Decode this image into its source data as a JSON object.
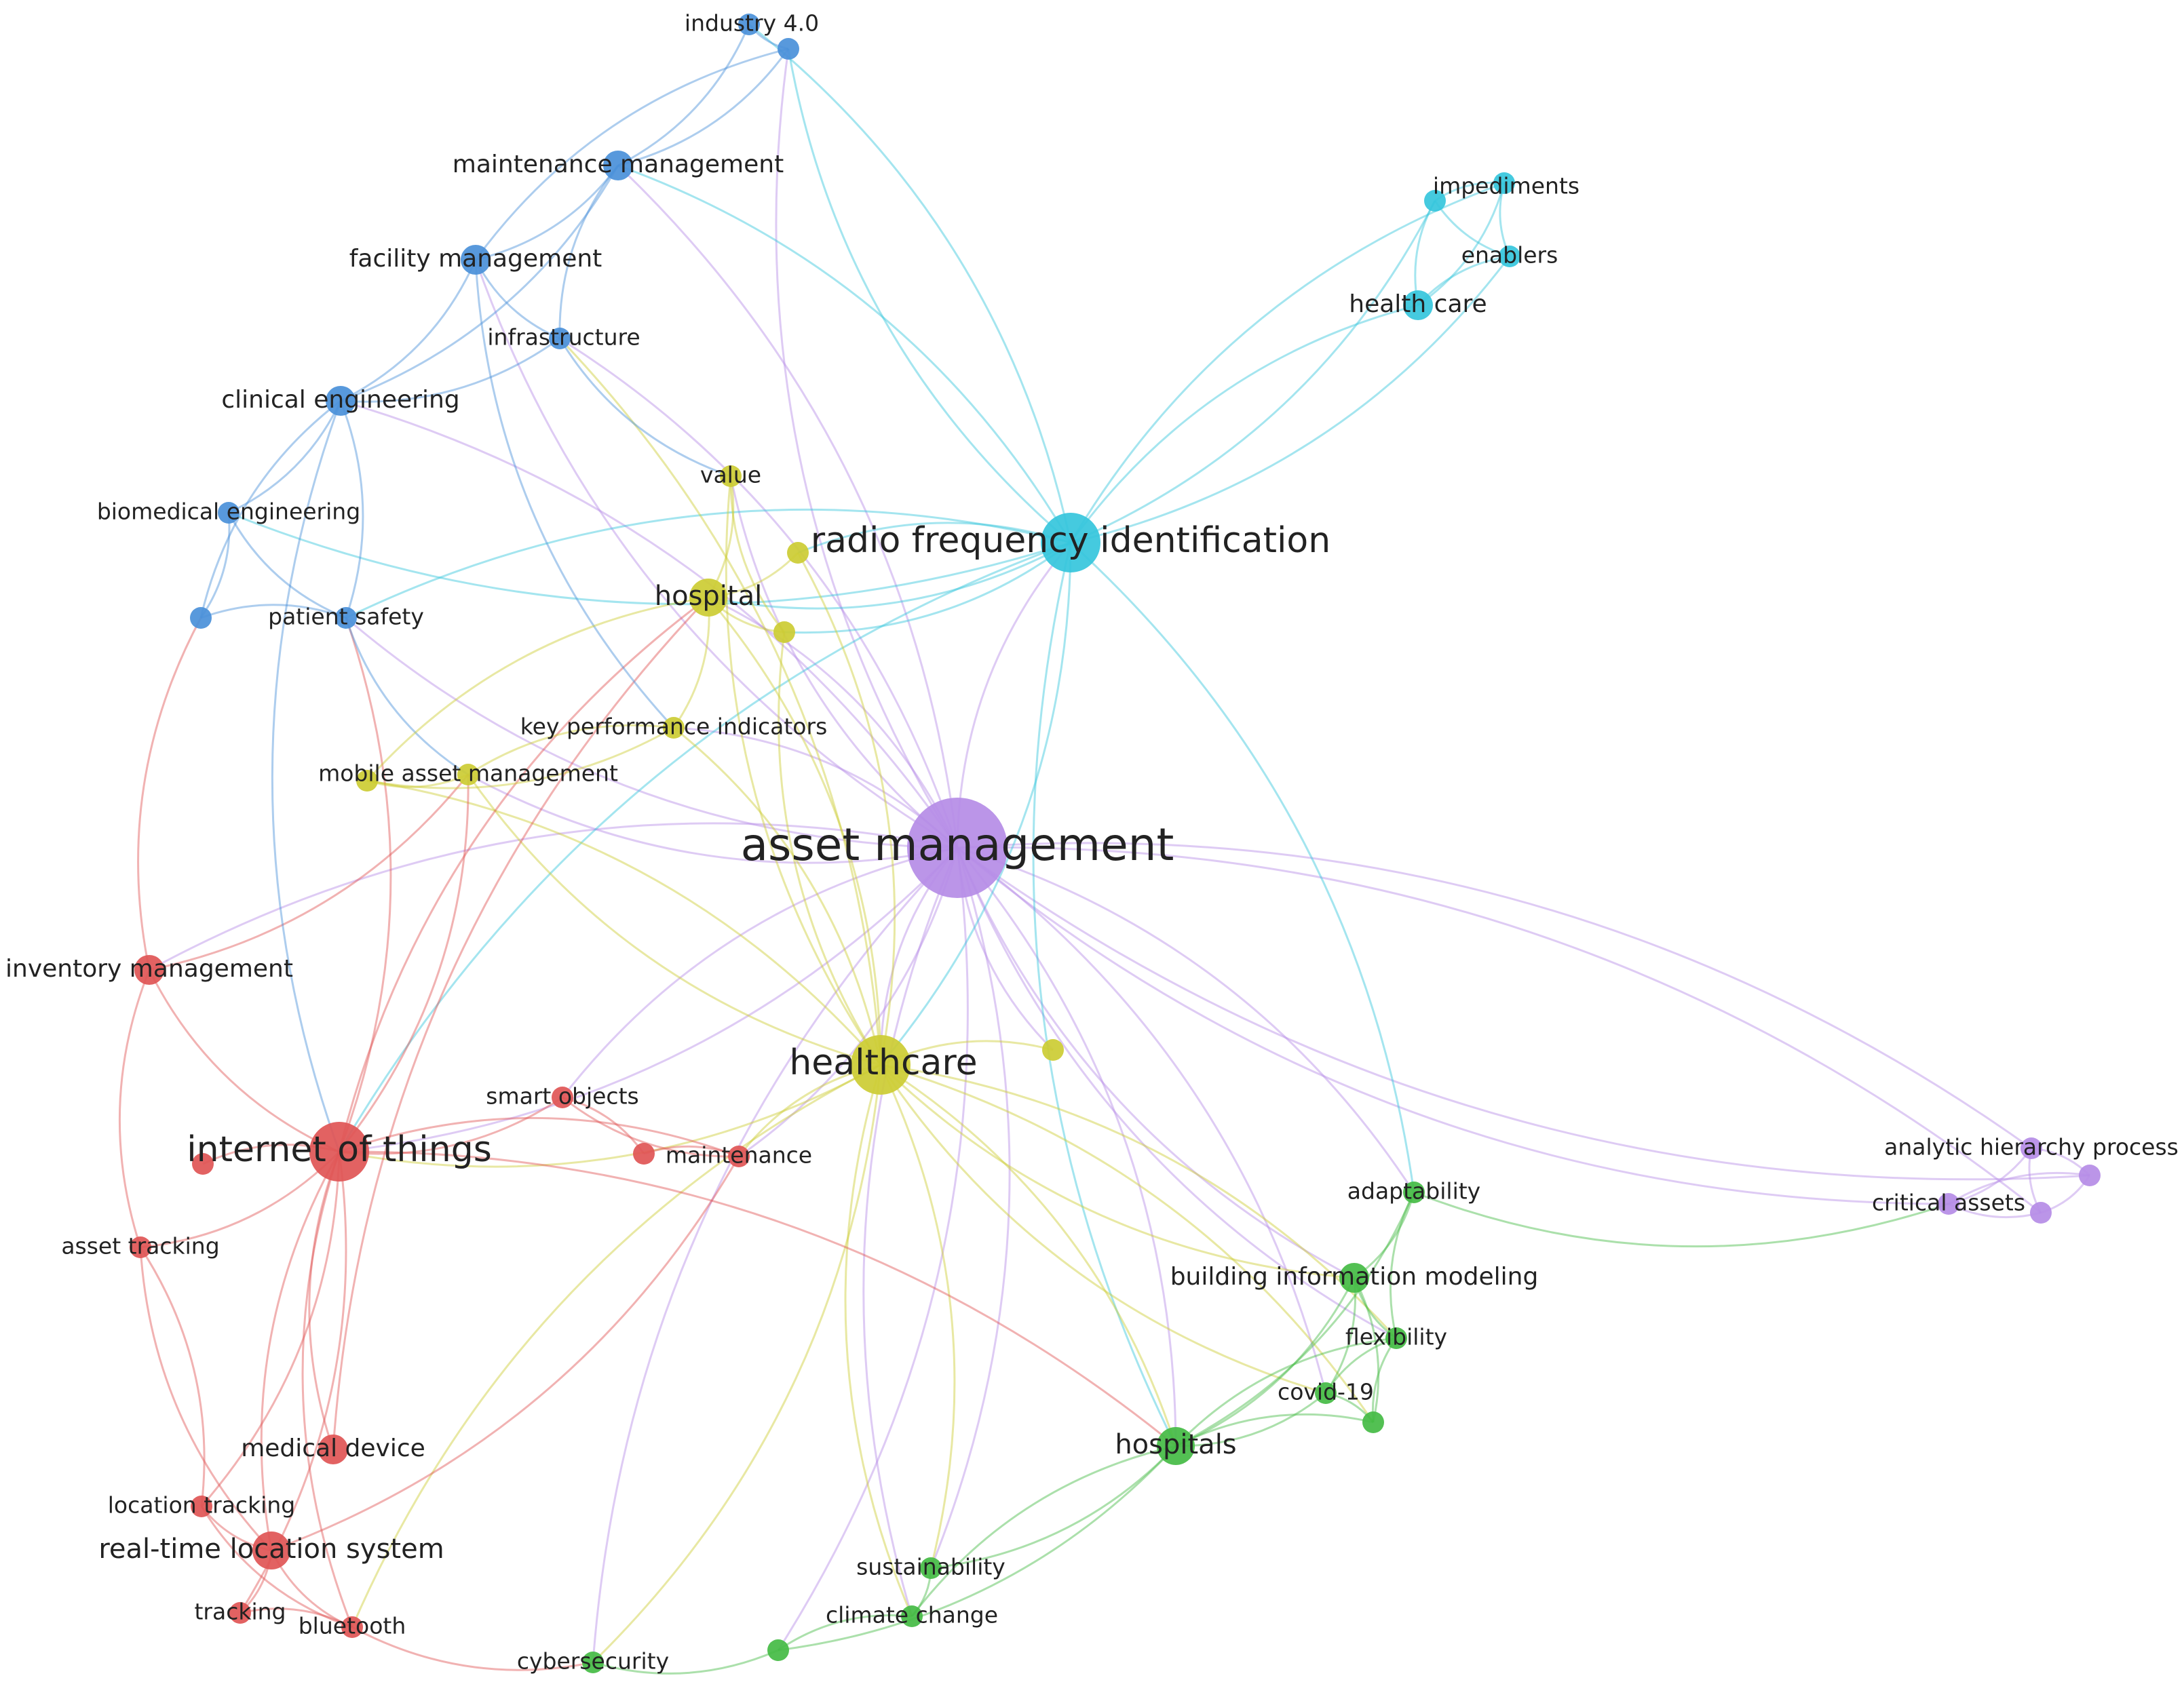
{
  "clusters": {
    "red": "#e05555",
    "blue": "#4a90d9",
    "cyan": "#35c6dc",
    "yellow": "#cccc33",
    "green": "#44bb44",
    "purple": "#b58ce6"
  },
  "nodes": [
    {
      "id": "asset_management",
      "label": "asset management",
      "cluster": "purple",
      "weight": 10
    },
    {
      "id": "radio_frequency_identification",
      "label": "radio frequency identification",
      "cluster": "cyan",
      "weight": 7
    },
    {
      "id": "healthcare",
      "label": "healthcare",
      "cluster": "yellow",
      "weight": 7
    },
    {
      "id": "internet_of_things",
      "label": "internet of things",
      "cluster": "red",
      "weight": 7
    },
    {
      "id": "industry_4_0",
      "label": "industry 4.0",
      "cluster": "blue",
      "weight": 2
    },
    {
      "id": "industry_4_0_b",
      "label": "",
      "cluster": "blue",
      "weight": 2
    },
    {
      "id": "maintenance_management",
      "label": "maintenance management",
      "cluster": "blue",
      "weight": 3
    },
    {
      "id": "facility_management",
      "label": "facility management",
      "cluster": "blue",
      "weight": 3
    },
    {
      "id": "infrastructure",
      "label": "infrastructure",
      "cluster": "blue",
      "weight": 2
    },
    {
      "id": "clinical_engineering",
      "label": "clinical engineering",
      "cluster": "blue",
      "weight": 3
    },
    {
      "id": "biomedical_engineering",
      "label": "biomedical engineering",
      "cluster": "blue",
      "weight": 2
    },
    {
      "id": "blue_unlabeled",
      "label": "",
      "cluster": "blue",
      "weight": 2
    },
    {
      "id": "patient_safety",
      "label": "patient safety",
      "cluster": "blue",
      "weight": 2
    },
    {
      "id": "impediments",
      "label": "impediments",
      "cluster": "cyan",
      "weight": 2
    },
    {
      "id": "impediments_b",
      "label": "",
      "cluster": "cyan",
      "weight": 2
    },
    {
      "id": "enablers",
      "label": "enablers",
      "cluster": "cyan",
      "weight": 2
    },
    {
      "id": "health_care",
      "label": "health care",
      "cluster": "cyan",
      "weight": 3
    },
    {
      "id": "value",
      "label": "value",
      "cluster": "yellow",
      "weight": 2
    },
    {
      "id": "yellow_a",
      "label": "",
      "cluster": "yellow",
      "weight": 2
    },
    {
      "id": "hospital",
      "label": "hospital",
      "cluster": "yellow",
      "weight": 4
    },
    {
      "id": "yellow_b",
      "label": "",
      "cluster": "yellow",
      "weight": 2
    },
    {
      "id": "key_performance_indicators",
      "label": "key performance indicators",
      "cluster": "yellow",
      "weight": 2
    },
    {
      "id": "mobile_asset_management",
      "label": "mobile asset management",
      "cluster": "yellow",
      "weight": 2
    },
    {
      "id": "yellow_c",
      "label": "",
      "cluster": "yellow",
      "weight": 2
    },
    {
      "id": "yellow_d",
      "label": "",
      "cluster": "yellow",
      "weight": 2
    },
    {
      "id": "inventory_management",
      "label": "inventory management",
      "cluster": "red",
      "weight": 3
    },
    {
      "id": "smart_objects",
      "label": "smart objects",
      "cluster": "red",
      "weight": 2
    },
    {
      "id": "red_a",
      "label": "",
      "cluster": "red",
      "weight": 2
    },
    {
      "id": "maintenance",
      "label": "maintenance",
      "cluster": "red",
      "weight": 2
    },
    {
      "id": "red_b",
      "label": "",
      "cluster": "red",
      "weight": 2
    },
    {
      "id": "asset_tracking",
      "label": "asset tracking",
      "cluster": "red",
      "weight": 2
    },
    {
      "id": "medical_device",
      "label": "medical device",
      "cluster": "red",
      "weight": 3
    },
    {
      "id": "location_tracking",
      "label": "location tracking",
      "cluster": "red",
      "weight": 2
    },
    {
      "id": "real_time_location_system",
      "label": "real-time location system",
      "cluster": "red",
      "weight": 4
    },
    {
      "id": "tracking",
      "label": "tracking",
      "cluster": "red",
      "weight": 2
    },
    {
      "id": "bluetooth",
      "label": "bluetooth",
      "cluster": "red",
      "weight": 2
    },
    {
      "id": "adaptability",
      "label": "adaptability",
      "cluster": "green",
      "weight": 2
    },
    {
      "id": "building_information_modeling",
      "label": "building information modeling",
      "cluster": "green",
      "weight": 3
    },
    {
      "id": "flexibility",
      "label": "flexibility",
      "cluster": "green",
      "weight": 2
    },
    {
      "id": "covid_19",
      "label": "covid-19",
      "cluster": "green",
      "weight": 2
    },
    {
      "id": "green_a",
      "label": "",
      "cluster": "green",
      "weight": 2
    },
    {
      "id": "hospitals",
      "label": "hospitals",
      "cluster": "green",
      "weight": 4
    },
    {
      "id": "sustainability",
      "label": "sustainability",
      "cluster": "green",
      "weight": 2
    },
    {
      "id": "climate_change",
      "label": "climate change",
      "cluster": "green",
      "weight": 2
    },
    {
      "id": "cybersecurity",
      "label": "cybersecurity",
      "cluster": "green",
      "weight": 2
    },
    {
      "id": "green_b",
      "label": "",
      "cluster": "green",
      "weight": 2
    },
    {
      "id": "analytic_hierarchy_process",
      "label": "analytic hierarchy process",
      "cluster": "purple",
      "weight": 2
    },
    {
      "id": "purple_a",
      "label": "",
      "cluster": "purple",
      "weight": 2
    },
    {
      "id": "critical_assets",
      "label": "critical assets",
      "cluster": "purple",
      "weight": 2
    },
    {
      "id": "purple_b",
      "label": "",
      "cluster": "purple",
      "weight": 2
    }
  ],
  "edges": [
    [
      "asset_management",
      "radio_frequency_identification"
    ],
    [
      "asset_management",
      "healthcare"
    ],
    [
      "asset_management",
      "internet_of_things"
    ],
    [
      "asset_management",
      "hospital"
    ],
    [
      "asset_management",
      "hospitals"
    ],
    [
      "asset_management",
      "critical_assets"
    ],
    [
      "asset_management",
      "analytic_hierarchy_process"
    ],
    [
      "asset_management",
      "purple_a"
    ],
    [
      "asset_management",
      "purple_b"
    ],
    [
      "asset_management",
      "maintenance_management"
    ],
    [
      "asset_management",
      "facility_management"
    ],
    [
      "asset_management",
      "clinical_engineering"
    ],
    [
      "asset_management",
      "patient_safety"
    ],
    [
      "asset_management",
      "inventory_management"
    ],
    [
      "asset_management",
      "mobile_asset_management"
    ],
    [
      "asset_management",
      "key_performance_indicators"
    ],
    [
      "asset_management",
      "value"
    ],
    [
      "asset_management",
      "smart_objects"
    ],
    [
      "asset_management",
      "maintenance"
    ],
    [
      "asset_management",
      "building_information_modeling"
    ],
    [
      "asset_management",
      "adaptability"
    ],
    [
      "asset_management",
      "flexibility"
    ],
    [
      "asset_management",
      "covid_19"
    ],
    [
      "asset_management",
      "climate_change"
    ],
    [
      "asset_management",
      "sustainability"
    ],
    [
      "asset_management",
      "cybersecurity"
    ],
    [
      "asset_management",
      "green_b"
    ],
    [
      "asset_management",
      "yellow_d"
    ],
    [
      "asset_management",
      "industry_4_0_b"
    ],
    [
      "asset_management",
      "infrastructure"
    ],
    [
      "radio_frequency_identification",
      "health_care"
    ],
    [
      "radio_frequency_identification",
      "impediments"
    ],
    [
      "radio_frequency_identification",
      "impediments_b"
    ],
    [
      "radio_frequency_identification",
      "enablers"
    ],
    [
      "radio_frequency_identification",
      "industry_4_0_b"
    ],
    [
      "radio_frequency_identification",
      "industry_4_0"
    ],
    [
      "radio_frequency_identification",
      "hospital"
    ],
    [
      "radio_frequency_identification",
      "yellow_a"
    ],
    [
      "radio_frequency_identification",
      "yellow_b"
    ],
    [
      "radio_frequency_identification",
      "internet_of_things"
    ],
    [
      "radio_frequency_identification",
      "healthcare"
    ],
    [
      "radio_frequency_identification",
      "patient_safety"
    ],
    [
      "radio_frequency_identification",
      "biomedical_engineering"
    ],
    [
      "radio_frequency_identification",
      "hospitals"
    ],
    [
      "radio_frequency_identification",
      "adaptability"
    ],
    [
      "radio_frequency_identification",
      "maintenance_management"
    ],
    [
      "health_care",
      "impediments"
    ],
    [
      "health_care",
      "impediments_b"
    ],
    [
      "health_care",
      "enablers"
    ],
    [
      "impediments",
      "enablers"
    ],
    [
      "impediments",
      "impediments_b"
    ],
    [
      "impediments_b",
      "enablers"
    ],
    [
      "healthcare",
      "internet_of_things"
    ],
    [
      "healthcare",
      "hospital"
    ],
    [
      "healthcare",
      "value"
    ],
    [
      "healthcare",
      "yellow_a"
    ],
    [
      "healthcare",
      "yellow_b"
    ],
    [
      "healthcare",
      "key_performance_indicators"
    ],
    [
      "healthcare",
      "mobile_asset_management"
    ],
    [
      "healthcare",
      "yellow_c"
    ],
    [
      "healthcare",
      "yellow_d"
    ],
    [
      "healthcare",
      "maintenance"
    ],
    [
      "healthcare",
      "hospitals"
    ],
    [
      "healthcare",
      "building_information_modeling"
    ],
    [
      "healthcare",
      "flexibility"
    ],
    [
      "healthcare",
      "covid_19"
    ],
    [
      "healthcare",
      "sustainability"
    ],
    [
      "healthcare",
      "climate_change"
    ],
    [
      "healthcare",
      "cybersecurity"
    ],
    [
      "healthcare",
      "bluetooth"
    ],
    [
      "healthcare",
      "green_a"
    ],
    [
      "healthcare",
      "infrastructure"
    ],
    [
      "internet_of_things",
      "inventory_management"
    ],
    [
      "internet_of_things",
      "smart_objects"
    ],
    [
      "internet_of_things",
      "maintenance"
    ],
    [
      "internet_of_things",
      "red_b"
    ],
    [
      "internet_of_things",
      "asset_tracking"
    ],
    [
      "internet_of_things",
      "medical_device"
    ],
    [
      "internet_of_things",
      "location_tracking"
    ],
    [
      "internet_of_things",
      "real_time_location_system"
    ],
    [
      "internet_of_things",
      "tracking"
    ],
    [
      "internet_of_things",
      "bluetooth"
    ],
    [
      "internet_of_things",
      "hospitals"
    ],
    [
      "internet_of_things",
      "mobile_asset_management"
    ],
    [
      "internet_of_things",
      "hospital"
    ],
    [
      "internet_of_things",
      "patient_safety"
    ],
    [
      "smart_objects",
      "red_a"
    ],
    [
      "smart_objects",
      "maintenance"
    ],
    [
      "red_a",
      "maintenance"
    ],
    [
      "inventory_management",
      "asset_tracking"
    ],
    [
      "inventory_management",
      "blue_unlabeled"
    ],
    [
      "inventory_management",
      "mobile_asset_management"
    ],
    [
      "asset_tracking",
      "location_tracking"
    ],
    [
      "asset_tracking",
      "real_time_location_system"
    ],
    [
      "real_time_location_system",
      "tracking"
    ],
    [
      "real_time_location_system",
      "bluetooth"
    ],
    [
      "real_time_location_system",
      "location_tracking"
    ],
    [
      "real_time_location_system",
      "maintenance"
    ],
    [
      "tracking",
      "bluetooth"
    ],
    [
      "location_tracking",
      "bluetooth"
    ],
    [
      "medical_device",
      "hospital"
    ],
    [
      "bluetooth",
      "cybersecurity"
    ],
    [
      "industry_4_0",
      "maintenance_management"
    ],
    [
      "industry_4_0",
      "industry_4_0_b"
    ],
    [
      "industry_4_0_b",
      "maintenance_management"
    ],
    [
      "industry_4_0_b",
      "facility_management"
    ],
    [
      "maintenance_management",
      "facility_management"
    ],
    [
      "maintenance_management",
      "infrastructure"
    ],
    [
      "maintenance_management",
      "clinical_engineering"
    ],
    [
      "facility_management",
      "infrastructure"
    ],
    [
      "facility_management",
      "clinical_engineering"
    ],
    [
      "facility_management",
      "key_performance_indicators"
    ],
    [
      "infrastructure",
      "clinical_engineering"
    ],
    [
      "infrastructure",
      "value"
    ],
    [
      "clinical_engineering",
      "biomedical_engineering"
    ],
    [
      "clinical_engineering",
      "blue_unlabeled"
    ],
    [
      "clinical_engineering",
      "patient_safety"
    ],
    [
      "clinical_engineering",
      "internet_of_things"
    ],
    [
      "biomedical_engineering",
      "blue_unlabeled"
    ],
    [
      "biomedical_engineering",
      "patient_safety"
    ],
    [
      "blue_unlabeled",
      "patient_safety"
    ],
    [
      "patient_safety",
      "mobile_asset_management"
    ],
    [
      "value",
      "hospital"
    ],
    [
      "value",
      "yellow_b"
    ],
    [
      "yellow_a",
      "hospital"
    ],
    [
      "hospital",
      "yellow_b"
    ],
    [
      "hospital",
      "key_performance_indicators"
    ],
    [
      "hospital",
      "yellow_c"
    ],
    [
      "key_performance_indicators",
      "yellow_c"
    ],
    [
      "key_performance_indicators",
      "mobile_asset_management"
    ],
    [
      "mobile_asset_management",
      "yellow_c"
    ],
    [
      "hospitals",
      "building_information_modeling"
    ],
    [
      "hospitals",
      "flexibility"
    ],
    [
      "hospitals",
      "covid_19"
    ],
    [
      "hospitals",
      "green_a"
    ],
    [
      "hospitals",
      "adaptability"
    ],
    [
      "hospitals",
      "sustainability"
    ],
    [
      "hospitals",
      "climate_change"
    ],
    [
      "hospitals",
      "green_b"
    ],
    [
      "building_information_modeling",
      "flexibility"
    ],
    [
      "building_information_modeling",
      "covid_19"
    ],
    [
      "building_information_modeling",
      "adaptability"
    ],
    [
      "building_information_modeling",
      "green_a"
    ],
    [
      "flexibility",
      "covid_19"
    ],
    [
      "flexibility",
      "adaptability"
    ],
    [
      "flexibility",
      "green_a"
    ],
    [
      "covid_19",
      "green_a"
    ],
    [
      "adaptability",
      "critical_assets"
    ],
    [
      "sustainability",
      "climate_change"
    ],
    [
      "climate_change",
      "green_b"
    ],
    [
      "green_b",
      "cybersecurity"
    ],
    [
      "critical_assets",
      "analytic_hierarchy_process"
    ],
    [
      "critical_assets",
      "purple_a"
    ],
    [
      "critical_assets",
      "purple_b"
    ],
    [
      "analytic_hierarchy_process",
      "purple_a"
    ],
    [
      "analytic_hierarchy_process",
      "purple_b"
    ],
    [
      "purple_a",
      "purple_b"
    ]
  ]
}
